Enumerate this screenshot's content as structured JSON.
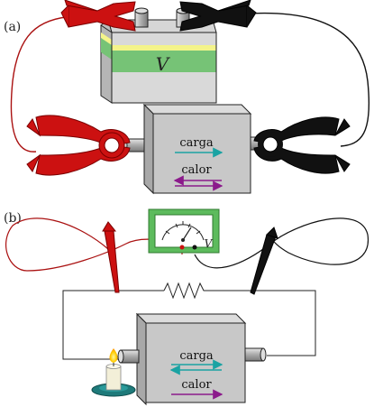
{
  "panels": {
    "a": {
      "label": "(a)",
      "battery_symbol": "V",
      "box_labels": {
        "carga": "carga",
        "calor": "calor"
      }
    },
    "b": {
      "label": "(b)",
      "meter_symbol": "V",
      "box_labels": {
        "carga": "carga",
        "calor": "calor"
      }
    }
  },
  "colors": {
    "red_clip": "#cc1111",
    "black_clip": "#111111",
    "red_wire": "#aa1111",
    "teal_arrow": "#1aa3a3",
    "purple_arrow": "#8b1a8b",
    "meter_frame": "#5dbb5d",
    "battery_green": "#76c376",
    "battery_yellow": "#f4f48a",
    "box_gray": "#c8c8c8",
    "candle_dish": "#1e7a7a"
  },
  "icons": [
    "alligator-clip-icon",
    "voltmeter-icon",
    "resistor-icon",
    "candle-icon",
    "probe-icon"
  ]
}
